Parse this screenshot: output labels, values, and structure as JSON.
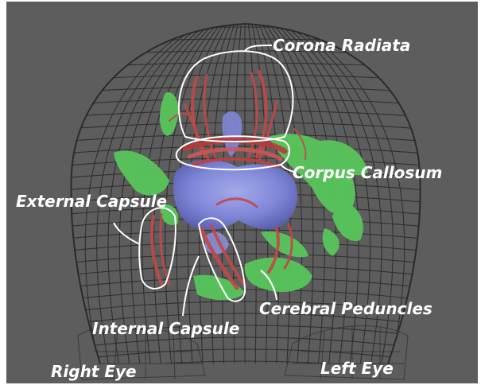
{
  "labels": {
    "corona_radiata": "Corona Radiata",
    "corpus_callosum": "Corpus Callosum",
    "external_capsule": "External Capsule",
    "cerebral_peduncles": "Cerebral Peduncles",
    "internal_capsule": "Internal Capsule",
    "right_eye": "Right Eye",
    "left_eye": "Left Eye"
  },
  "colors": {
    "background": "#5d5d5d",
    "mesh": "#2a2a2a",
    "ventricles": "#7f86d8",
    "tracts_red": "#c24848",
    "tracts_green": "#58c65a",
    "outline": "#ffffff"
  }
}
